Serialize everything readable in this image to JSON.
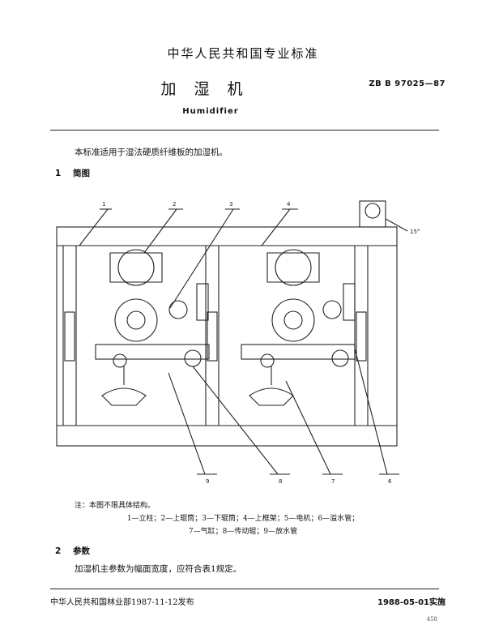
{
  "header": {
    "org_title": "中华人民共和国专业标准",
    "standard_number": "ZB B 97025—87",
    "title_cn": "加湿机",
    "title_en": "Humidifier"
  },
  "intro": "本标准适用于湿法硬质纤维板的加湿机。",
  "section1": {
    "number": "1",
    "title": "简图"
  },
  "figure": {
    "callouts_top": [
      "1",
      "2",
      "3",
      "4"
    ],
    "callouts_bottom": [
      "9",
      "8",
      "7",
      "6"
    ],
    "angle_label": "15°"
  },
  "note": "注：本图不限具体结构。",
  "legend_line1": "1—立柱；2—上辊筒；3—下辊筒；4—上框架；5—电机；6—溢水管；",
  "legend_line2": "7—气缸；8—传动辊；9—放水管",
  "section2": {
    "number": "2",
    "title": "参数"
  },
  "section2_text": "加湿机主参数为幅面宽度，应符合表1规定。",
  "footer": {
    "issuer": "中华人民共和国林业部1987-11-12发布",
    "effective": "1988-05-01实施",
    "page": "458"
  }
}
